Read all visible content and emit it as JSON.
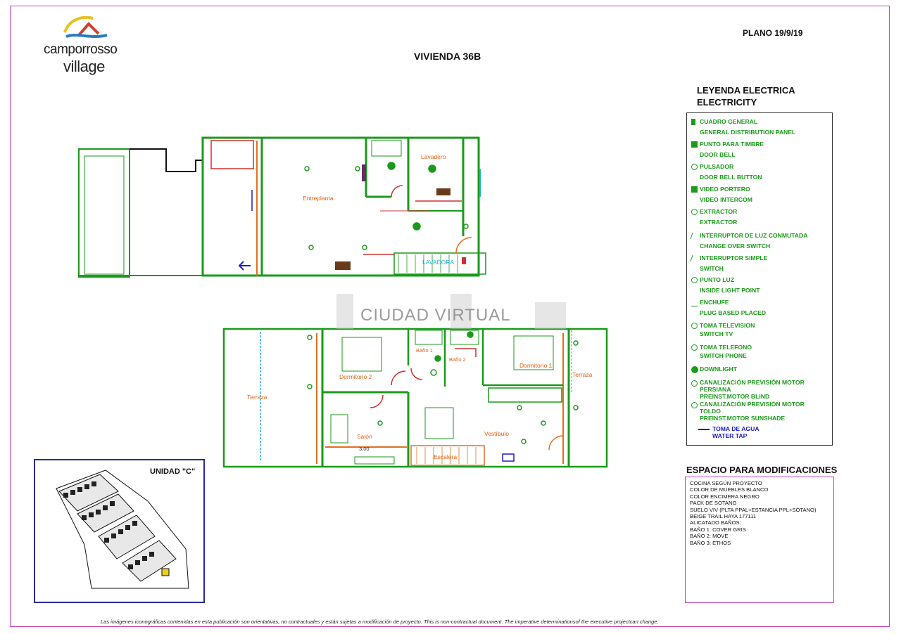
{
  "header": {
    "logo_line1": "camporrosso",
    "logo_line2": "village",
    "plano": "PLANO 19/9/19",
    "title": "VIVIENDA 36B"
  },
  "legend": {
    "title_line1": "LEYENDA ELECTRICA",
    "title_line2": "ELECTRICITY",
    "items": [
      {
        "es": "CUADRO GENERAL",
        "en": "GENERAL DISTRIBUTION PANEL",
        "icon": "panel-icon"
      },
      {
        "es": "PUNTO PARA TIMBRE",
        "en": "DOOR BELL",
        "icon": "doorbell-icon"
      },
      {
        "es": "PULSADOR",
        "en": "DOOR BELL BUTTON",
        "icon": "button-icon"
      },
      {
        "es": "VIDEO PORTERO",
        "en": "VIDEO INTERCOM",
        "icon": "intercom-icon"
      },
      {
        "es": "EXTRACTOR",
        "en": "EXTRACTOR",
        "icon": "extractor-icon"
      },
      {
        "es": "INTERRUPTOR DE LUZ CONMUTADA",
        "en": "CHANGE OVER SWITCH",
        "icon": "changeover-switch-icon"
      },
      {
        "es": "INTERRUPTOR SIMPLE",
        "en": "SWITCH",
        "icon": "switch-icon"
      },
      {
        "es": "PUNTO LUZ",
        "en": "INSIDE LIGHT POINT",
        "icon": "light-point-icon"
      },
      {
        "es": "ENCHUFE",
        "en": "PLUG BASED PLACED",
        "icon": "plug-icon"
      },
      {
        "es": "TOMA TELEVISION",
        "en": "SWITCH TV",
        "icon": "tv-socket-icon"
      },
      {
        "es": "TOMA TELEFONO",
        "en": "SWITCH PHONE",
        "icon": "phone-socket-icon"
      },
      {
        "es": "DOWNLIGHT",
        "en": "",
        "icon": "downlight-icon"
      },
      {
        "es": "CANALIZACIÓN PREVISIÓN MOTOR PERSIANA",
        "en": "PREINST.MOTOR BLIND",
        "icon": "blind-motor-icon"
      },
      {
        "es": "CANALIZACIÓN PREVISIÓN MOTOR TOLDO",
        "en": "PREINST.MOTOR SUNSHADE",
        "icon": "sunshade-motor-icon"
      },
      {
        "es": "TOMA DE AGUA",
        "en": "WATER TAP",
        "icon": "water-tap-arrow-icon"
      }
    ],
    "colors": {
      "text": "#1a9a1a",
      "water": "#1c1cc8"
    }
  },
  "modifications": {
    "title": "ESPACIO PARA MODIFICACIONES",
    "lines": [
      "COCINA SEGÚN PROYECTO",
      "COLOR DE MUEBLES BLANCO",
      "COLOR ENCIMERA NEGRO",
      " PACK DE SÓTANO",
      "SUELO VIV (PLTA PPAL+ESTANCIA PPL+SÓTANO)",
      "BEIGE TRAIL HAYA 177111",
      "ALICATADO BAÑOS:",
      "BAÑO 1: COVER GRIS",
      "BAÑO 2: MOVE",
      "BAÑO 3: ETHOS"
    ]
  },
  "unidad": {
    "title": "UNIDAD \"C\""
  },
  "plan_upper": {
    "rooms": {
      "entreplanta": "Entreplanta",
      "lavadero": "Lavadero",
      "lavadora": "LAVADORA"
    }
  },
  "plan_lower": {
    "rooms": {
      "terraza_left": "Terraza",
      "dormitorio2": "Dormitorio 2",
      "bano1": "Baño 1",
      "bano2": "Baño 2",
      "dormitorio1": "Dormitorio 1",
      "terraza_right": "Terraza",
      "salon": "Salón",
      "vestibulo": "Vestíbulo",
      "escalera": "Escalera",
      "height": "3.00"
    }
  },
  "watermark": "CIUDAD VIRTUAL",
  "footer": "Las imágenes iconográficas contenidas en esta publicación son orientativas, no contractuales y están sujetas a modificación de proyecto. This is non-contractual document. The imperative determinationsof the executive projectcan change."
}
